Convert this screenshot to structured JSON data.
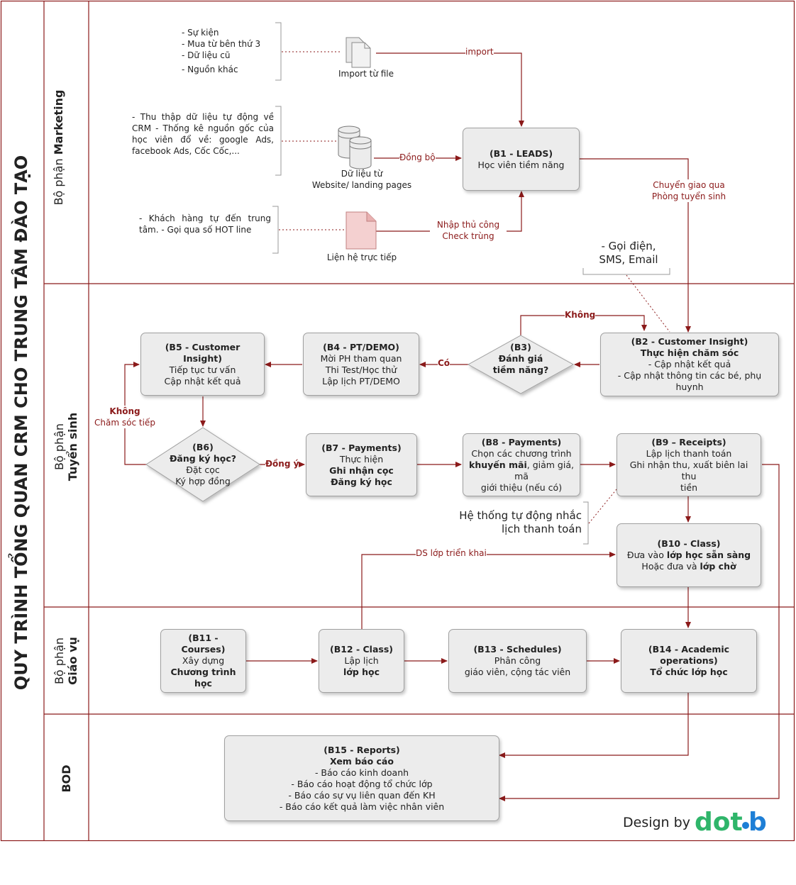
{
  "title": "QUY TRÌNH TỔNG QUAN CRM CHO TRUNG TÂM ĐÀO TẠO",
  "lanes": {
    "marketing": {
      "line1": "Bộ phận",
      "line2": "Marketing"
    },
    "tuyensinh": {
      "line1": "Bộ phận",
      "line2": "Tuyển sinh"
    },
    "giaovu": {
      "line1": "Bộ phận",
      "line2": "Giáo vụ"
    },
    "bod": {
      "line1": "BOD"
    }
  },
  "sources": {
    "import_list": [
      "- Sự kiện",
      "- Mua từ bên thứ 3",
      "- Dữ liệu cũ",
      "- Nguồn khác"
    ],
    "import_icon_label": "Import từ file",
    "web_list": "- Thu thập dữ liệu tự động về CRM\n- Thống kê nguồn gốc của học viên đổ về: google Ads, facebook Ads, Cốc Cốc,...",
    "web_icon_label_1": "Dữ liệu từ",
    "web_icon_label_2": "Website/ landing pages",
    "direct_list": "- Khách hàng tự đến trung tâm.\n- Gọi qua số HOT line",
    "direct_icon_label": "Liện hệ trực tiếp"
  },
  "edge_labels": {
    "import": "import",
    "dong_bo": "Đồng bộ",
    "nhap_1": "Nhập thủ công",
    "nhap_2": "Check trùng",
    "chuyen_1": "Chuyển giao qua",
    "chuyen_2": "Phòng tuyển sinh",
    "khong_1": "Không",
    "co": "Có",
    "khong_2": "Không",
    "cham_soc": "Chăm sóc tiếp",
    "dong_y": "Đồng ý",
    "ds_lop": "DS lớp triển khai"
  },
  "notes": {
    "goi_dien_1": "- Gọi điện,",
    "goi_dien_2": "SMS, Email",
    "he_thong_1": "Hệ thống tự động nhắc",
    "he_thong_2": "lịch thanh toán"
  },
  "steps": {
    "b1": {
      "title": "(B1 - LEADS)",
      "l1": "Học viên tiềm năng"
    },
    "b2": {
      "title": "(B2 - Customer Insight)",
      "l1": "Thực hiện chăm sóc",
      "l2": "- Cập nhật kết quả",
      "l3": "- Cập nhật thông tin các bé, phụ huynh"
    },
    "b3": {
      "title": "(B3)",
      "l1": "Đánh giá",
      "l2": "tiềm năng?"
    },
    "b4": {
      "title": "(B4 - PT/DEMO)",
      "l1": "Mời PH tham quan",
      "l2": "Thi Test/Học thử",
      "l3": "Lập lịch PT/DEMO"
    },
    "b5": {
      "title": "(B5 - Customer Insight)",
      "l1": "Tiếp tục tư vấn",
      "l2": "Cập nhật kết quả"
    },
    "b6": {
      "title": "(B6)",
      "l1": "Đăng ký học?",
      "l2": "Đặt cọc",
      "l3": "Ký hợp đồng"
    },
    "b7": {
      "title": "(B7 - Payments)",
      "l1": "Thực hiện",
      "l2": "Ghi nhận cọc",
      "l3": "Đăng ký học"
    },
    "b8": {
      "title": "(B8 - Payments)",
      "l1": "Chọn các chương trình",
      "l2a": "khuyến mãi",
      "l2b": ", giảm giá, mã",
      "l3": "giới thiệu (nếu có)"
    },
    "b9": {
      "title": "(B9 – Receipts)",
      "l1": "Lập lịch thanh toán",
      "l2": "Ghi nhận thu, xuất biên lai thu",
      "l3": "tiền"
    },
    "b10": {
      "title": "(B10 - Class)",
      "l1a": "Đưa vào ",
      "l1b": "lớp học sẵn sàng",
      "l2a": "Hoặc đưa và ",
      "l2b": "lớp chờ"
    },
    "b11": {
      "title": "(B11 - Courses)",
      "l1": "Xây dựng",
      "l2": "Chương trình học"
    },
    "b12": {
      "title": "(B12 - Class)",
      "l1": "Lập lịch",
      "l2": "lớp học"
    },
    "b13": {
      "title": "(B13 - Schedules)",
      "l1": "Phân công",
      "l2": "giáo viên, cộng tác viên"
    },
    "b14": {
      "title": "(B14 -  Academic operations)",
      "l1": "Tổ chức lớp học"
    },
    "b15": {
      "title": "(B15 - Reports)",
      "l1": "Xem báo cáo",
      "l2": "- Báo cáo kinh doanh",
      "l3": "- Báo cáo hoạt động tổ chức lớp",
      "l4": "- Báo cáo sự vụ liên quan đến KH",
      "l5": "- Báo cáo kết quả làm việc nhân viên"
    }
  },
  "branding": {
    "design_by": "Design by",
    "logo": "dotb"
  },
  "colors": {
    "arrow": "#8b1a1a",
    "box": "#ececec",
    "lane_border": "#8b1a1a",
    "logo_green": "#2fb56a",
    "logo_blue": "#1e7fd6"
  }
}
